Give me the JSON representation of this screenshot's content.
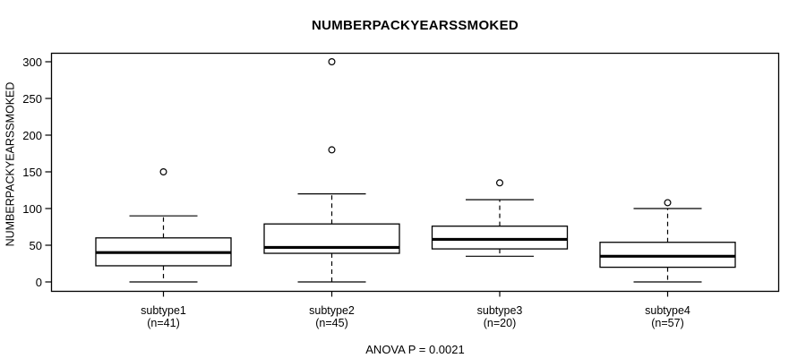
{
  "title": "NUMBERPACKYEARSSMOKED",
  "chart_data": {
    "type": "boxplot",
    "title": "NUMBERPACKYEARSSMOKED",
    "ylabel": "NUMBERPACKYEARSSMOKED",
    "xlabel": "",
    "annotation": "ANOVA P = 0.0021",
    "yaxis": {
      "min": 0,
      "max": 300,
      "ticks": [
        0,
        50,
        100,
        150,
        200,
        250,
        300
      ]
    },
    "grid": false,
    "legend": false,
    "colors": {
      "line": "#000000",
      "box_fill": "#ffffff",
      "background": "#ffffff"
    },
    "groups": [
      {
        "label": "subtype1",
        "sublabel": "(n=41)",
        "n": 41,
        "whisker_low": 0,
        "q1": 22,
        "median": 40,
        "q3": 60,
        "whisker_high": 90,
        "outliers": [
          150
        ]
      },
      {
        "label": "subtype2",
        "sublabel": "(n=45)",
        "n": 45,
        "whisker_low": 0,
        "q1": 39,
        "median": 47,
        "q3": 79,
        "whisker_high": 120,
        "outliers": [
          180,
          300
        ]
      },
      {
        "label": "subtype3",
        "sublabel": "(n=20)",
        "n": 20,
        "whisker_low": 35,
        "q1": 45,
        "median": 58,
        "q3": 76,
        "whisker_high": 112,
        "outliers": [
          135
        ]
      },
      {
        "label": "subtype4",
        "sublabel": "(n=57)",
        "n": 57,
        "whisker_low": 0,
        "q1": 20,
        "median": 35,
        "q3": 54,
        "whisker_high": 100,
        "outliers": [
          108
        ]
      }
    ]
  }
}
